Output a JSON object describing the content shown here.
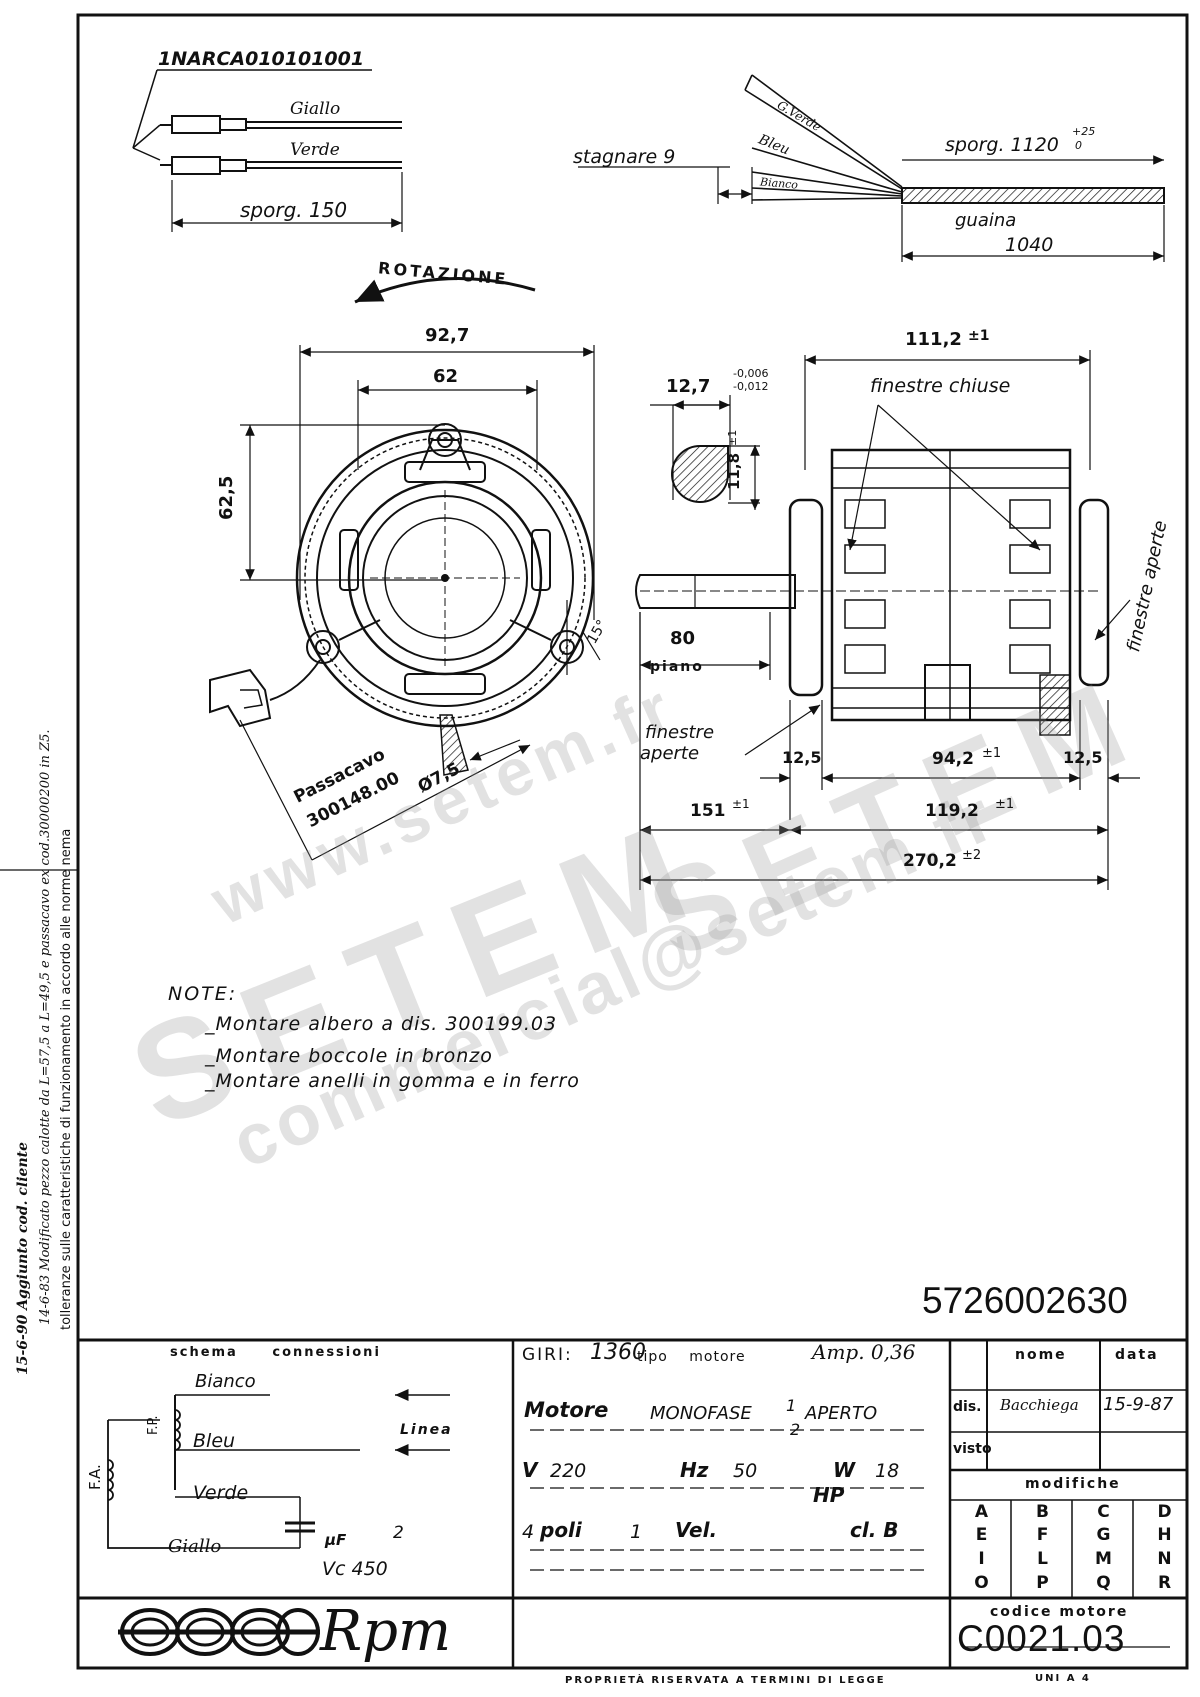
{
  "wiring": {
    "code": "1NARCA010101001",
    "wire_top": "Giallo",
    "wire_bottom": "Verde",
    "sporg": "sporg. 150"
  },
  "cable": {
    "stagnare": "stagnare 9",
    "wires": [
      "G.Verde",
      "Bleu",
      "Bianco"
    ],
    "sporg": "sporg. 1120",
    "sporg_tol_upper": "+25",
    "sporg_tol_lower": "0",
    "guaina_label": "guaina",
    "guaina_len": "1040"
  },
  "front_view": {
    "rotation": "ROTAZIONE",
    "dim_outer": "92,7",
    "dim_inner": "62",
    "dim_height": "62,5",
    "angle": "15°",
    "passacavo_label": "Passacavo",
    "passacavo_code": "300148.00",
    "dim_cable": "Ø7,5"
  },
  "side_view": {
    "shaft_dia": "12,7",
    "shaft_tol_upper": "-0,006",
    "shaft_tol_lower": "-0,012",
    "shaft_flat": "11,8",
    "shaft_flat_tol": "±1",
    "dim_width": "111,2",
    "dim_width_tol": "±1",
    "finestre_chiuse": "finestre chiuse",
    "finestre_aperte_right": "finestre aperte",
    "finestre_aperte_bottom_1": "finestre",
    "finestre_aperte_bottom_2": "aperte",
    "dim_flat": "80",
    "piano": "piano",
    "dim_flange_left": "12,5",
    "dim_stack": "94,2",
    "dim_stack_tol": "±1",
    "dim_flange_right": "12,5",
    "dim_shaft_len": "151",
    "dim_shaft_len_tol": "±1",
    "dim_body": "119,2",
    "dim_body_tol": "±1",
    "dim_total": "270,2",
    "dim_total_tol": "±2"
  },
  "notes": {
    "title": "NOTE:",
    "items": [
      "Montare albero a dis. 300199.03",
      "Montare boccole in bronzo",
      "Montare anelli in gomma e in ferro"
    ]
  },
  "side_notes": [
    "15-6-90 Aggiunto cod. cliente",
    "14-6-83 Modificato pezzo calotte da L=57,5 a L=49,5 e passacavo ex cod.30000200 in Z5.",
    "tolleranze sulle caratteristiche di funzionamento in accordo alle norme nema"
  ],
  "part_number": "5726002630",
  "schema": {
    "title": "schema connessioni",
    "bianco": "Bianco",
    "bleu": "Bleu",
    "verde": "Verde",
    "giallo": "Giallo",
    "linea": "Linea",
    "fp": "F.P.",
    "fa": "F.A.",
    "uf_label": "µF",
    "uf_value": "2",
    "vc": "Vc 450"
  },
  "specs": {
    "giri_label": "GIRI:",
    "giri_value": "1360",
    "tipo_motore": "tipo motore",
    "amp": "Amp. 0,36",
    "motore_label": "Motore",
    "motore_type": "MONOFASE",
    "fraction_num": "1",
    "fraction_den": "2",
    "aperto": "APERTO",
    "v_label": "V",
    "v_value": "220",
    "hz_label": "Hz",
    "hz_value": "50",
    "w_label": "W",
    "w_value": "18",
    "hp_label": "HP",
    "poli_value": "4",
    "poli_label": "poli",
    "vel_value": "1",
    "vel_label": "Vel.",
    "cl_label": "cl. B"
  },
  "approval": {
    "nome_header": "nome",
    "data_header": "data",
    "dis_label": "dis.",
    "dis_name": "Bacchiega",
    "dis_date": "15-9-87",
    "visto_label": "visto",
    "modifiche_label": "modifiche",
    "modifiche_grid": [
      [
        "A",
        "B",
        "C",
        "D"
      ],
      [
        "E",
        "F",
        "G",
        "H"
      ],
      [
        "I",
        "L",
        "M",
        "N"
      ],
      [
        "O",
        "P",
        "Q",
        "R"
      ]
    ]
  },
  "codice": {
    "label": "codice motore",
    "value": "C0021.03"
  },
  "logo": {
    "text": "Rpm"
  },
  "footer": {
    "property": "PROPRIETÀ RISERVATA A TERMINI DI LEGGE",
    "format": "UNI A 4"
  },
  "watermark": {
    "line1": "www.setem.fr",
    "line2": "SETEM",
    "line3": "SETEM",
    "line4": "commercial@setem.fr"
  }
}
